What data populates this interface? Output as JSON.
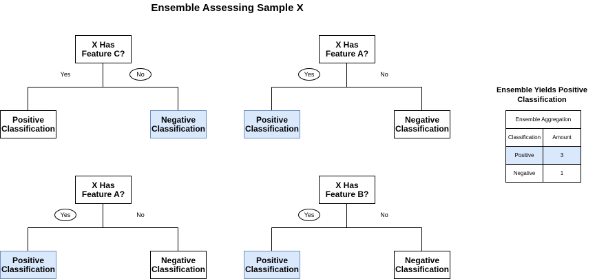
{
  "title": "Ensemble Assessing Sample X",
  "trees": [
    {
      "question": "X Has\nFeature C?",
      "left_label": "Yes",
      "right_label": "No",
      "left_leaf": "Positive\nClassification",
      "right_leaf": "Negative\nClassification",
      "chosen": "right"
    },
    {
      "question": "X Has\nFeature A?",
      "left_label": "Yes",
      "right_label": "No",
      "left_leaf": "Positive\nClassification",
      "right_leaf": "Negative\nClassification",
      "chosen": "left"
    },
    {
      "question": "X Has\nFeature A?",
      "left_label": "Yes",
      "right_label": "No",
      "left_leaf": "Positive\nClassification",
      "right_leaf": "Negative\nClassification",
      "chosen": "left"
    },
    {
      "question": "X Has\nFeature B?",
      "left_label": "Yes",
      "right_label": "No",
      "left_leaf": "Positive\nClassification",
      "right_leaf": "Negative\nClassification",
      "chosen": "left"
    }
  ],
  "result": {
    "title": "Ensemble Yields Positive\nClassification",
    "table_header": "Ensemble Aggregation",
    "columns": [
      "Classification",
      "Amount"
    ],
    "rows": [
      {
        "label": "Positive",
        "amount": "3",
        "highlight": true
      },
      {
        "label": "Negative",
        "amount": "1",
        "highlight": false
      }
    ]
  },
  "colors": {
    "highlight_fill": "#dae8fc",
    "highlight_border": "#6c8ebf"
  }
}
